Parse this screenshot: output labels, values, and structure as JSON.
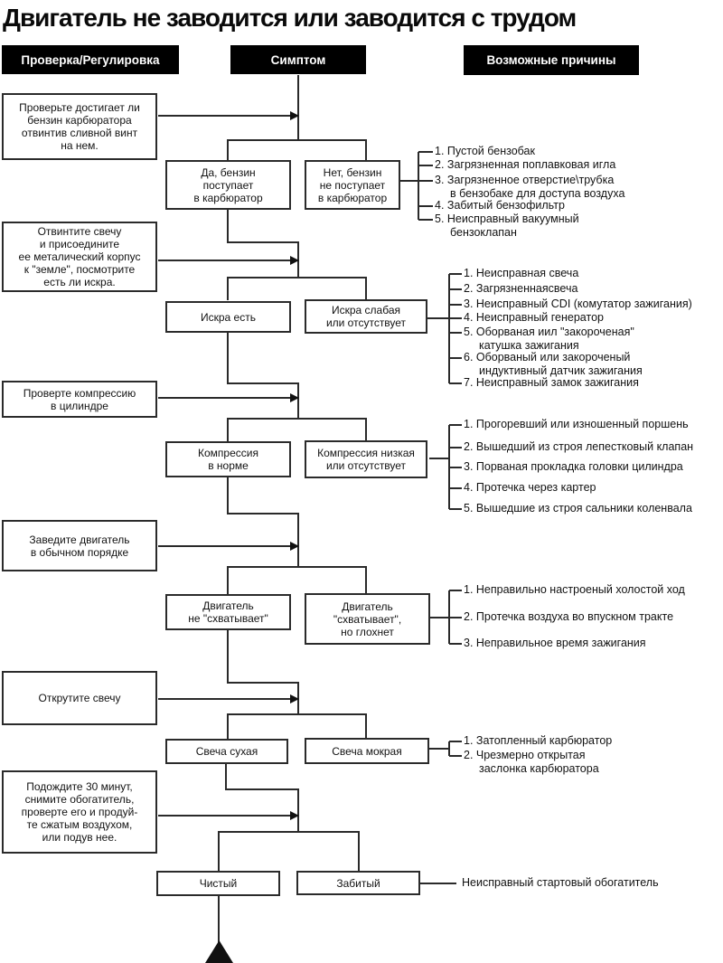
{
  "title": "Двигатель не заводится или заводится с трудом",
  "headers": {
    "check": "Проверка/Регулировка",
    "symptom": "Симптом",
    "causes": "Возможные причины"
  },
  "checks": [
    "Проверьте достигает ли\nбензин карбюратора\nотвинтив сливной винт\nна нем.",
    "Отвинтите свечу\nи присоедините\nее металический корпус\nк \"земле\", посмотрите\nесть ли искра.",
    "Проверте компрессию\nв цилиндре",
    "Заведите двигатель\nв обычном порядке",
    "Открутите свечу",
    "Подождите 30 минут,\nснимите обогатитель,\nпроверте его и продуй-\nте сжатым воздухом,\nили подув нее."
  ],
  "symptoms": [
    {
      "left": "Да, бензин\nпоступает\nв карбюратор",
      "right": "Нет, бензин\nне поступает\nв карбюратор"
    },
    {
      "left": "Искра есть",
      "right": "Искра слабая\nили отсутствует"
    },
    {
      "left": "Компрессия\nв норме",
      "right": "Компрессия низкая\nили отсутствует"
    },
    {
      "left": "Двигатель\nне \"схватывает\"",
      "right": "Двигатель\n\"схватывает\",\nно глохнет"
    },
    {
      "left": "Свеча сухая",
      "right": "Свеча мокрая"
    },
    {
      "left": "Чистый",
      "right": "Забитый"
    }
  ],
  "causes": [
    {
      "items": [
        "1. Пустой бензобак",
        "2. Загрязненная поплавковая игла",
        "3. Загрязненное отверстие\\трубка\nв бензобаке для доступа воздуха",
        "4. Забитый бензофильтр",
        "5. Неисправный вакуумный\nбензоклапан"
      ]
    },
    {
      "items": [
        "1. Неисправная свеча",
        "2. Загрязненнаясвеча",
        "3. Неисправный CDI (комутатор зажигания)",
        "4. Неисправный генератор",
        "5. Оборваная иил \"закороченая\"\nкатушка зажигания",
        "6. Оборваный или закороченый\nиндуктивный датчик зажигания",
        "7. Неисправный замок зажигания"
      ]
    },
    {
      "items": [
        "1. Прогоревший или изношенный поршень",
        "2. Вышедший из строя лепестковый клапан",
        "3. Порваная прокладка головки цилиндра",
        "4. Протечка через картер",
        "5. Вышедшие из строя сальники коленвала"
      ]
    },
    {
      "items": [
        "1. Неправильно настроеный холостой ход",
        "2. Протечка воздуха во впускном тракте",
        "3. Неправильное время зажигания"
      ]
    },
    {
      "items": [
        "1. Затопленный карбюратор",
        "2. Чрезмерно открытая\nзаслонка карбюратора"
      ]
    },
    {
      "items": [
        "Неисправный стартовый обогатитель"
      ]
    }
  ]
}
